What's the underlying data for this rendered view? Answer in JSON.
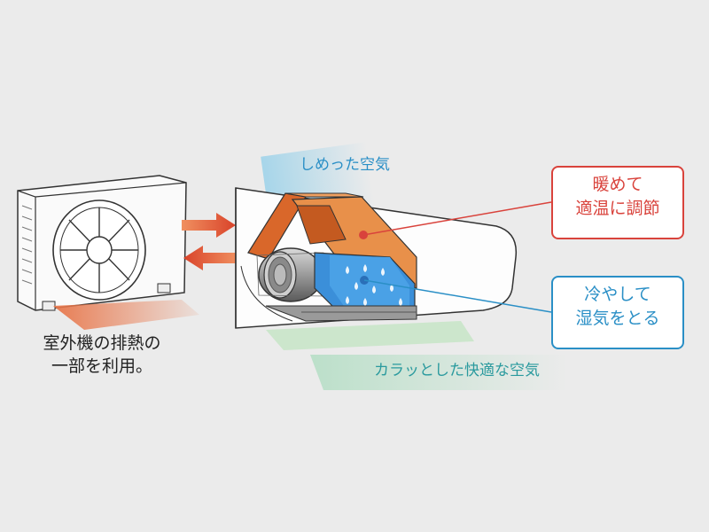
{
  "labels": {
    "humid_air": "しめった空気",
    "dry_air": "カラッとした快適な空気",
    "outdoor_line1": "室外機の排熱の",
    "outdoor_line2": "一部を利用。"
  },
  "callouts": {
    "heat": {
      "line1": "暖めて",
      "line2": "適温に調節"
    },
    "cool": {
      "line1": "冷やして",
      "line2": "湿気をとる"
    }
  },
  "colors": {
    "heat": "#d9433c",
    "cool": "#2a8fc6",
    "dry_air": "#2a9a9e",
    "exhaust_arrow": "#e0592a"
  }
}
